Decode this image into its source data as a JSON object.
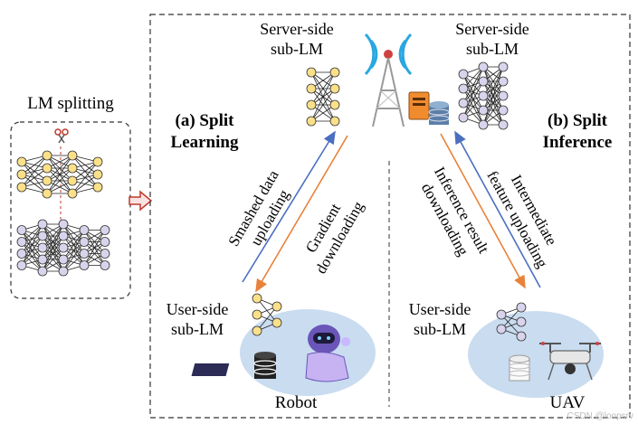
{
  "left_panel": {
    "title": "LM splitting"
  },
  "split_learning": {
    "title_line1": "(a) Split",
    "title_line2": "Learning",
    "server_label_line1": "Server-side",
    "server_label_line2": "sub-LM",
    "user_label_line1": "User-side",
    "user_label_line2": "sub-LM",
    "up_arrow_line1": "Smashed data",
    "up_arrow_line2": "uploading",
    "down_arrow_line1": "Gradient",
    "down_arrow_line2": "downloading",
    "device_label": "Robot"
  },
  "split_inference": {
    "title_line1": "(b) Split",
    "title_line2": "Inference",
    "server_label_line1": "Server-side",
    "server_label_line2": "sub-LM",
    "user_label_line1": "User-side",
    "user_label_line2": "sub-LM",
    "down_arrow_line1": "Inference result",
    "down_arrow_line2": "downloading",
    "up_arrow_line1": "Intermediate",
    "up_arrow_line2": "feature uploading",
    "device_label": "UAV"
  },
  "watermark": "CSDN @loopsrv",
  "colors": {
    "neuron_yellow": "#fbe08a",
    "neuron_purple": "#d9d4ec",
    "upload_arrow": "#4a6fc1",
    "download_arrow": "#e8823a",
    "ellipse_fill": "#c9dcf0",
    "server_orange": "#f08c2e"
  }
}
